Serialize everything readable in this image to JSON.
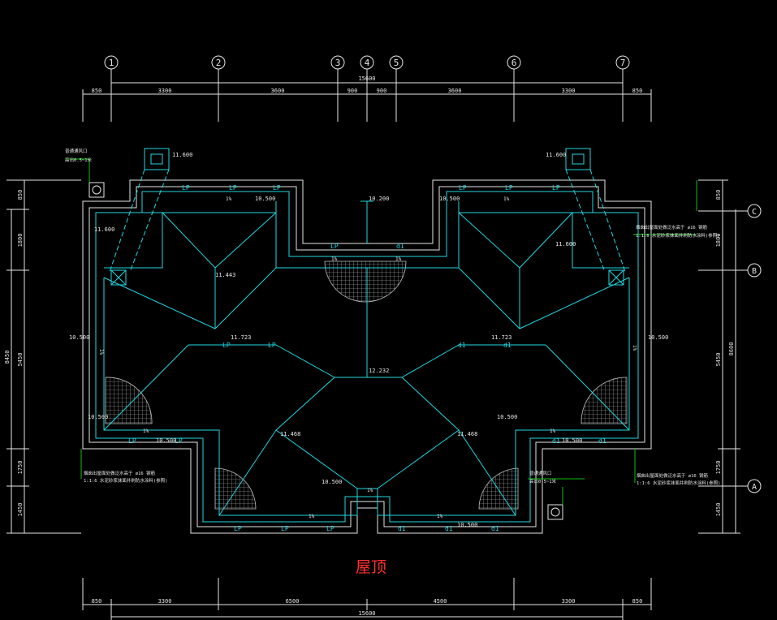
{
  "drawing": {
    "title": "屋顶",
    "colors": {
      "background": "#000000",
      "outline": "#e6e6e6",
      "ridge": "#1fd7e0",
      "eave": "#1fd7e0",
      "note": "#10c010",
      "hatch": "#bfbfbf",
      "title": "#ff3030"
    }
  },
  "grid_axes": {
    "vertical": [
      "1",
      "2",
      "3",
      "4",
      "5",
      "6",
      "7"
    ],
    "horizontal": [
      "C",
      "B",
      "A"
    ]
  },
  "dimensions": {
    "top_total": "15600",
    "top_segments": [
      "850",
      "3300",
      "3600",
      "900",
      "900",
      "3600",
      "3300",
      "850"
    ],
    "bottom_segments": [
      "850",
      "3300",
      "6500",
      "4500",
      "3300",
      "850"
    ],
    "bottom_total": "15600",
    "left_outer": "8450",
    "left_segments": [
      "850",
      "1800",
      "5450",
      "1750",
      "1450"
    ],
    "right_outer": "8600",
    "right_segments": [
      "850",
      "1800",
      "5450",
      "1750",
      "1450"
    ]
  },
  "elevations": {
    "e11600_a": "11.600",
    "e11600_b": "11.600",
    "e11600_c": "11.600",
    "e11600_d": "11.600",
    "e10500_a": "10.500",
    "e10200": "10.200",
    "e10500_b": "10.500",
    "e11443": "11.443",
    "e10500_c": "10.500",
    "e10500_d": "10.500",
    "e11723_a": "11.723",
    "e11723_b": "11.723",
    "e12232": "12.232",
    "e10500_e": "10.500",
    "e10500_f": "10.500",
    "e10500_g": "10.500",
    "e10500_h": "10.500",
    "e11468_a": "11.468",
    "e11468_b": "11.468",
    "e10500_i": "10.500",
    "e10500_j": "10.500"
  },
  "slopes": {
    "s1": "1%",
    "s2": "1%",
    "s3": "1%",
    "s4": "1%",
    "s5": "1%",
    "s6": "1%",
    "s7": "1%",
    "s8": "1%",
    "s9": "1%",
    "s10": "1%",
    "s11": "1%"
  },
  "downpipe_labels": {
    "lp": "LP",
    "dl": "d1"
  },
  "notes": {
    "vent_top_left_1": "普通通风口",
    "vent_top_left_2": "高出0.5~1米",
    "vent_bottom_right_1": "普通通风口",
    "vent_bottom_right_2": "高出0.5~1米",
    "gutter_right_1": "烟囱出屋面处做泛水高于 ø16 钢筋",
    "gutter_right_2": "1:1:6 水泥砂浆抹面并刷防水涂料(参照)",
    "gutter_left_1": "烟囱出屋面处做泛水高于 ø16 钢筋",
    "gutter_left_2": "1:1:6 水泥砂浆抹面并刷防水涂料(参照)",
    "gutter_bottom_right_1": "烟囱出屋面处做泛水高于 ø16 钢筋",
    "gutter_bottom_right_2": "1:1:6 水泥砂浆抹面并刷防水涂料(参照)"
  }
}
